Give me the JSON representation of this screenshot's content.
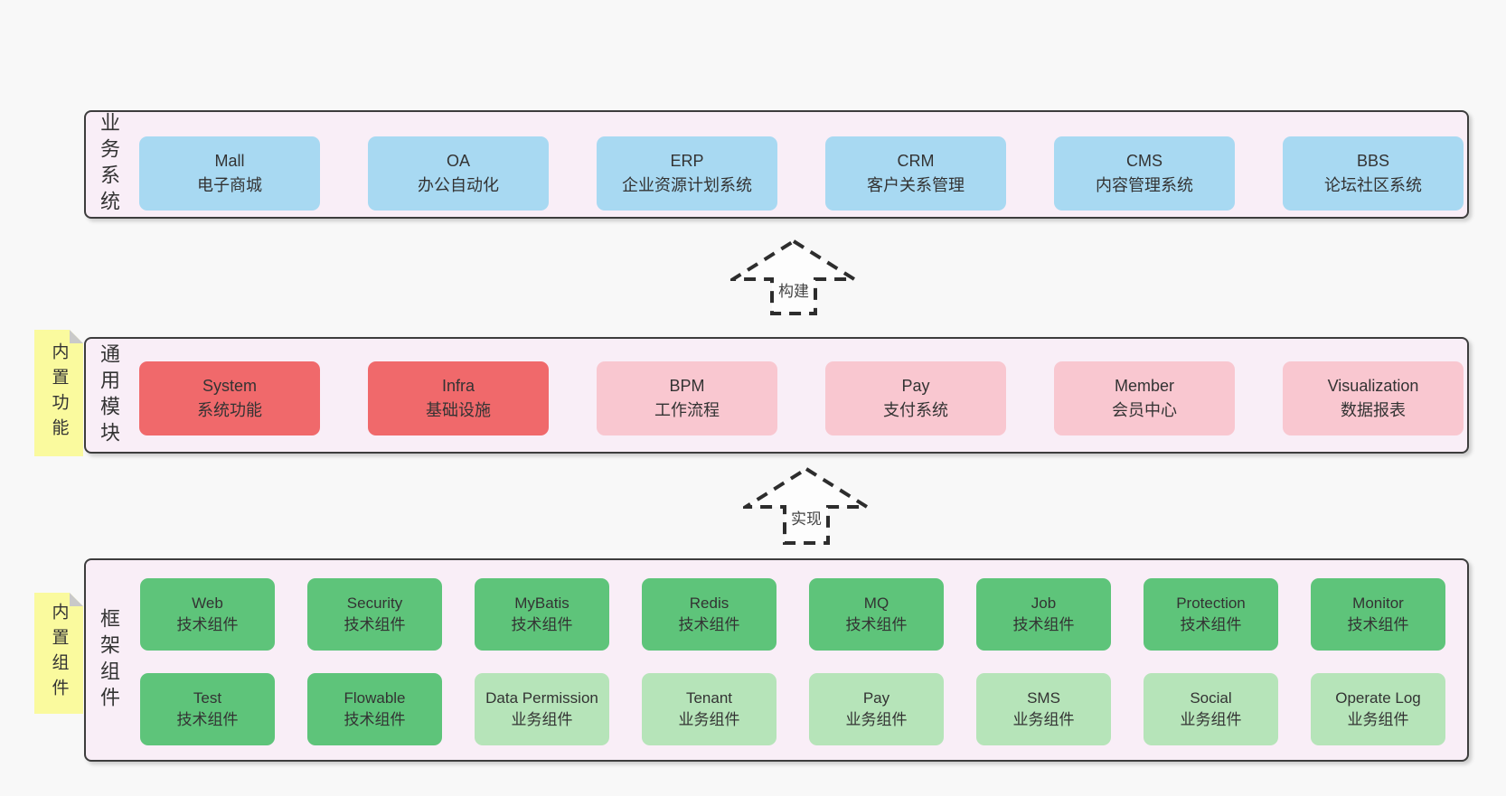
{
  "colors": {
    "page_bg": "#f8f8f8",
    "layer_bg": "#f9eef7",
    "layer_border": "#3d3d3d",
    "box_text": "#333333",
    "blue": "#a8d9f2",
    "red": "#f0696b",
    "pink": "#f9c7d0",
    "green_dark": "#5ec47a",
    "green_light": "#b6e4b9",
    "note_bg": "#fafa9e",
    "note_fold": "#c9c9c9",
    "arrow_stroke": "#2d2d2d",
    "arrow_fill": "#fdfdfd",
    "arrow_label": "#444444"
  },
  "layers": [
    {
      "id": "business-systems",
      "side_label": "业务系统",
      "note": null,
      "rows": [
        [
          {
            "name": "Mall",
            "subtitle": "电子商城",
            "variant": "blue"
          },
          {
            "name": "OA",
            "subtitle": "办公自动化",
            "variant": "blue"
          },
          {
            "name": "ERP",
            "subtitle": "企业资源计划系统",
            "variant": "blue"
          },
          {
            "name": "CRM",
            "subtitle": "客户关系管理",
            "variant": "blue"
          },
          {
            "name": "CMS",
            "subtitle": "内容管理系统",
            "variant": "blue"
          },
          {
            "name": "BBS",
            "subtitle": "论坛社区系统",
            "variant": "blue"
          }
        ]
      ]
    },
    {
      "id": "common-modules",
      "side_label": "通用模块",
      "note": "内置功能",
      "rows": [
        [
          {
            "name": "System",
            "subtitle": "系统功能",
            "variant": "red"
          },
          {
            "name": "Infra",
            "subtitle": "基础设施",
            "variant": "red"
          },
          {
            "name": "BPM",
            "subtitle": "工作流程",
            "variant": "pink"
          },
          {
            "name": "Pay",
            "subtitle": "支付系统",
            "variant": "pink"
          },
          {
            "name": "Member",
            "subtitle": "会员中心",
            "variant": "pink"
          },
          {
            "name": "Visualization",
            "subtitle": "数据报表",
            "variant": "pink"
          }
        ]
      ]
    },
    {
      "id": "framework-components",
      "side_label": "框架组件",
      "note": "内置组件",
      "rows": [
        [
          {
            "name": "Web",
            "subtitle": "技术组件",
            "variant": "green_dark"
          },
          {
            "name": "Security",
            "subtitle": "技术组件",
            "variant": "green_dark"
          },
          {
            "name": "MyBatis",
            "subtitle": "技术组件",
            "variant": "green_dark"
          },
          {
            "name": "Redis",
            "subtitle": "技术组件",
            "variant": "green_dark"
          },
          {
            "name": "MQ",
            "subtitle": "技术组件",
            "variant": "green_dark"
          },
          {
            "name": "Job",
            "subtitle": "技术组件",
            "variant": "green_dark"
          },
          {
            "name": "Protection",
            "subtitle": "技术组件",
            "variant": "green_dark"
          },
          {
            "name": "Monitor",
            "subtitle": "技术组件",
            "variant": "green_dark"
          }
        ],
        [
          {
            "name": "Test",
            "subtitle": "技术组件",
            "variant": "green_dark"
          },
          {
            "name": "Flowable",
            "subtitle": "技术组件",
            "variant": "green_dark"
          },
          {
            "name": "Data Permission",
            "subtitle": "业务组件",
            "variant": "green_light"
          },
          {
            "name": "Tenant",
            "subtitle": "业务组件",
            "variant": "green_light"
          },
          {
            "name": "Pay",
            "subtitle": "业务组件",
            "variant": "green_light"
          },
          {
            "name": "SMS",
            "subtitle": "业务组件",
            "variant": "green_light"
          },
          {
            "name": "Social",
            "subtitle": "业务组件",
            "variant": "green_light"
          },
          {
            "name": "Operate Log",
            "subtitle": "业务组件",
            "variant": "green_light"
          }
        ]
      ]
    }
  ],
  "arrows": [
    {
      "label": "构建"
    },
    {
      "label": "实现"
    }
  ]
}
